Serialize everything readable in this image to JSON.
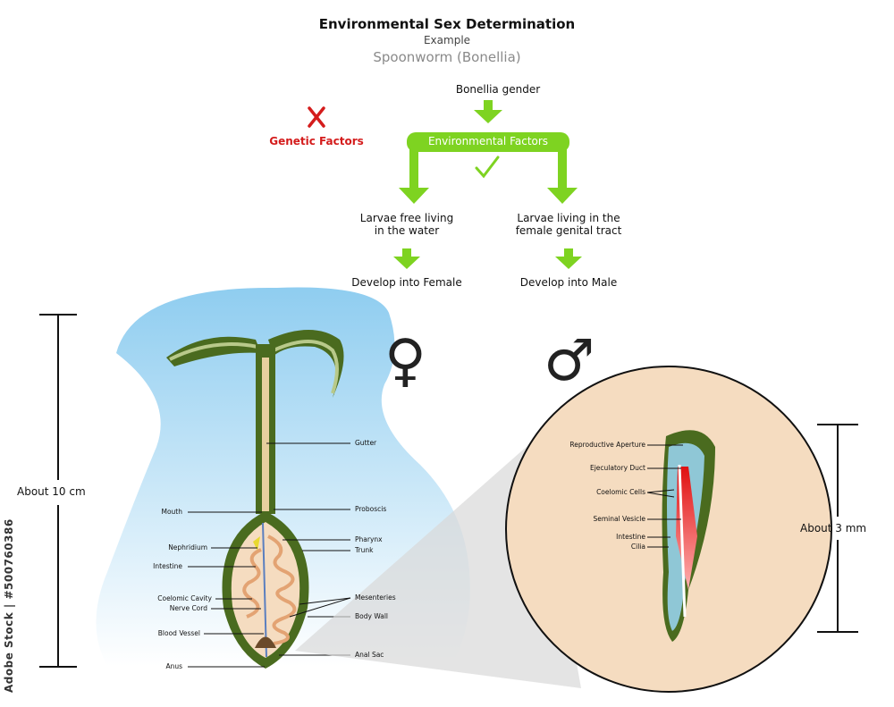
{
  "title": "Environmental Sex Determination",
  "subtitle": "Example",
  "species": "Spoonworm (Bonellia)",
  "flow": {
    "root": "Bonellia gender",
    "genetic": "Genetic  Factors",
    "environmental": "Environmental Factors",
    "left_condition": [
      "Larvae free living",
      "in the water"
    ],
    "right_condition": [
      "Larvae living in the",
      "female genital tract"
    ],
    "left_outcome": "Develop into Female",
    "right_outcome": "Develop into Male"
  },
  "symbols": {
    "female": "♀",
    "male": "♂"
  },
  "female": {
    "size": "About 10 cm",
    "labels_left": [
      "Mouth",
      "Nephridium",
      "Intestine",
      "Coelomic Cavity",
      "Nerve Cord",
      "Blood Vessel",
      "Anus"
    ],
    "labels_right": [
      "Gutter",
      "Proboscis",
      "Pharynx",
      "Trunk",
      "Mesenteries",
      "Body Wall",
      "Anal Sac"
    ]
  },
  "male": {
    "size": "About 3 mm",
    "labels": [
      "Reproductive Aperture",
      "Ejeculatory Duct",
      "Coelomic Cells",
      "Seminal Vesicle",
      "Intestine",
      "Cilia"
    ]
  },
  "side_text": "Adobe Stock | #500760386",
  "colors": {
    "green": "#7ed321",
    "red": "#d41c1c",
    "water": "#a8d8f0",
    "body": "#4a6b1f",
    "flesh": "#f5dcc0"
  }
}
